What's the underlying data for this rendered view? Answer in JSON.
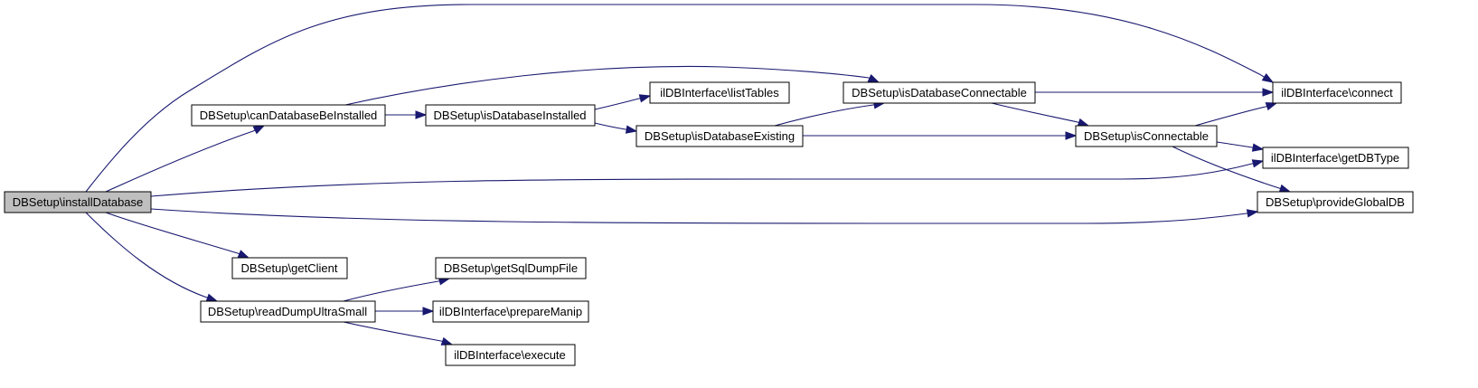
{
  "colors": {
    "edge": "#191970",
    "node_fill": "#ffffff",
    "node_border": "#000000",
    "root_fill": "#bfbfbf"
  },
  "nodes": [
    {
      "id": "installDatabase",
      "label": "DBSetup\\installDatabase",
      "root": true
    },
    {
      "id": "canDatabaseBeInstalled",
      "label": "DBSetup\\canDatabaseBeInstalled"
    },
    {
      "id": "isDatabaseInstalled",
      "label": "DBSetup\\isDatabaseInstalled"
    },
    {
      "id": "listTables",
      "label": "ilDBInterface\\listTables"
    },
    {
      "id": "isDatabaseExisting",
      "label": "DBSetup\\isDatabaseExisting"
    },
    {
      "id": "isDatabaseConnectable",
      "label": "DBSetup\\isDatabaseConnectable"
    },
    {
      "id": "isConnectable",
      "label": "DBSetup\\isConnectable"
    },
    {
      "id": "connect",
      "label": "ilDBInterface\\connect"
    },
    {
      "id": "getDBType",
      "label": "ilDBInterface\\getDBType"
    },
    {
      "id": "provideGlobalDB",
      "label": "DBSetup\\provideGlobalDB"
    },
    {
      "id": "getClient",
      "label": "DBSetup\\getClient"
    },
    {
      "id": "readDumpUltraSmall",
      "label": "DBSetup\\readDumpUltraSmall"
    },
    {
      "id": "getSqlDumpFile",
      "label": "DBSetup\\getSqlDumpFile"
    },
    {
      "id": "prepareManip",
      "label": "ilDBInterface\\prepareManip"
    },
    {
      "id": "execute",
      "label": "ilDBInterface\\execute"
    }
  ],
  "edges": [
    {
      "from": "installDatabase",
      "to": "connect"
    },
    {
      "from": "installDatabase",
      "to": "canDatabaseBeInstalled"
    },
    {
      "from": "installDatabase",
      "to": "getDBType"
    },
    {
      "from": "installDatabase",
      "to": "provideGlobalDB"
    },
    {
      "from": "installDatabase",
      "to": "getClient"
    },
    {
      "from": "installDatabase",
      "to": "readDumpUltraSmall"
    },
    {
      "from": "canDatabaseBeInstalled",
      "to": "isDatabaseConnectable"
    },
    {
      "from": "canDatabaseBeInstalled",
      "to": "isDatabaseInstalled"
    },
    {
      "from": "isDatabaseInstalled",
      "to": "listTables"
    },
    {
      "from": "isDatabaseInstalled",
      "to": "isDatabaseExisting"
    },
    {
      "from": "isDatabaseExisting",
      "to": "isDatabaseConnectable"
    },
    {
      "from": "isDatabaseExisting",
      "to": "isConnectable"
    },
    {
      "from": "isDatabaseConnectable",
      "to": "connect"
    },
    {
      "from": "isDatabaseConnectable",
      "to": "isConnectable"
    },
    {
      "from": "isConnectable",
      "to": "connect"
    },
    {
      "from": "isConnectable",
      "to": "getDBType"
    },
    {
      "from": "isConnectable",
      "to": "provideGlobalDB"
    },
    {
      "from": "readDumpUltraSmall",
      "to": "getSqlDumpFile"
    },
    {
      "from": "readDumpUltraSmall",
      "to": "prepareManip"
    },
    {
      "from": "readDumpUltraSmall",
      "to": "execute"
    }
  ]
}
